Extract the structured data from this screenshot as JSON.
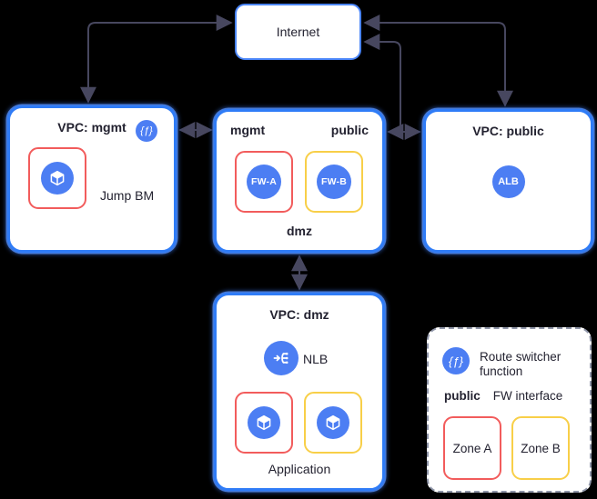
{
  "colors": {
    "background": "#000000",
    "vpc_border_blue": "#2f7cf7",
    "internet_border_blue": "#4a85f8",
    "icon_circle_blue": "#4c7ef3",
    "zone_a_red": "#f25c5c",
    "zone_b_yellow": "#f8cf48",
    "arrow": "#47475f"
  },
  "icons": {
    "function_glyph": "{ƒ}"
  },
  "internet": {
    "label": "Internet"
  },
  "vpc_mgmt": {
    "title": "VPC: mgmt",
    "instance_label": "Jump BM"
  },
  "fw_box": {
    "label_mgmt": "mgmt",
    "label_public": "public",
    "label_dmz": "dmz",
    "fw_a": "FW-A",
    "fw_b": "FW-B"
  },
  "vpc_public": {
    "title": "VPC: public",
    "alb_label": "ALB"
  },
  "vpc_dmz": {
    "title": "VPC: dmz",
    "nlb_label": "NLB",
    "application_label": "Application"
  },
  "legend": {
    "route_switcher_label": "Route switcher function",
    "public_label": "public",
    "fw_interface_label": "FW interface",
    "zone_a_label": "Zone A",
    "zone_b_label": "Zone B"
  }
}
